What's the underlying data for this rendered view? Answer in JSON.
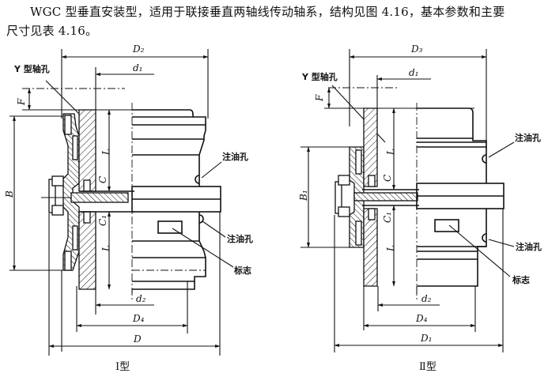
{
  "description": {
    "line1": "WGC 型垂直安装型，适用于联接垂直两轴线传动轴系，结构见图 4.16，基本参数和主要",
    "line2": "尺寸见表 4.16。"
  },
  "figures": [
    {
      "caption": "Ⅰ型",
      "labels": {
        "top_diameter": "D₂",
        "bore_top": "d₁",
        "bore_bottom": "d₂",
        "hub_diameter": "D₄",
        "outer_diameter": "D",
        "flange_height": "F",
        "bolt_span": "B",
        "length_upper": "L",
        "length_lower": "L",
        "gap_upper": "C",
        "gap_lower": "C₁",
        "shaft_hole": "Y 型轴孔",
        "oil_hole_upper": "注油孔",
        "oil_hole_lower": "注油孔",
        "mark": "标志"
      }
    },
    {
      "caption": "Ⅱ型",
      "labels": {
        "top_diameter": "D₃",
        "bore_top": "d₁",
        "bore_bottom": "d₂",
        "hub_diameter": "D₄",
        "outer_diameter": "D₁",
        "flange_height": "F",
        "bolt_span": "B₁",
        "length_upper": "L",
        "length_lower": "L",
        "gap_upper": "C",
        "gap_lower": "C₁",
        "shaft_hole": "Y 型轴孔",
        "oil_hole_upper": "注油孔",
        "oil_hole_lower": "注油孔",
        "mark": "标志"
      }
    }
  ]
}
